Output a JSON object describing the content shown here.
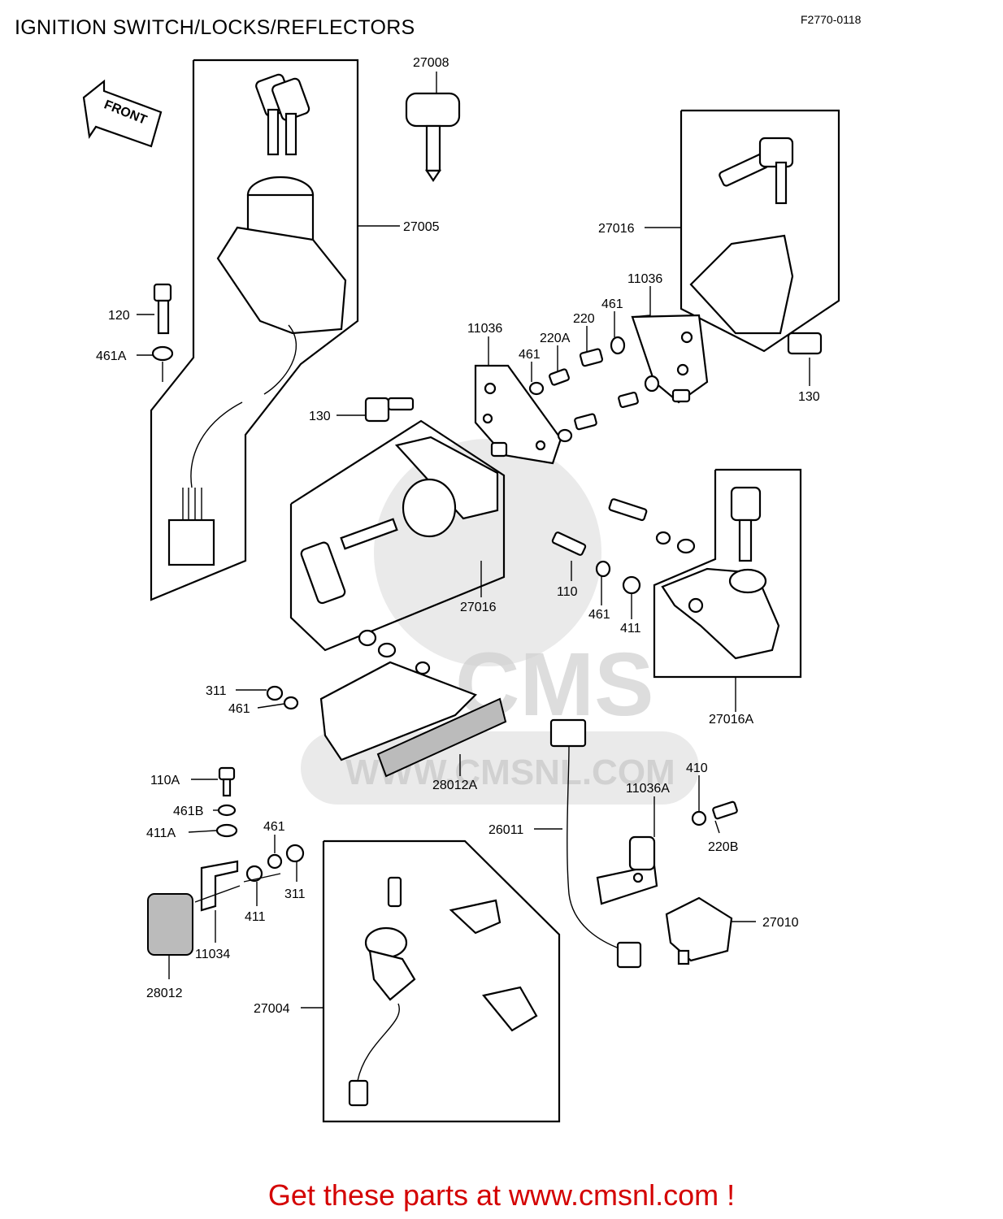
{
  "header": {
    "title": "IGNITION SWITCH/LOCKS/REFLECTORS",
    "figure_code": "F2770-0118"
  },
  "direction_arrow": {
    "label": "FRONT"
  },
  "watermark": {
    "brand": "CMS",
    "site": "WWW.CMSNL.COM"
  },
  "callouts": [
    {
      "id": "c27008",
      "text": "27008"
    },
    {
      "id": "c27005",
      "text": "27005"
    },
    {
      "id": "c120",
      "text": "120"
    },
    {
      "id": "c461A",
      "text": "461A"
    },
    {
      "id": "c27016a",
      "text": "27016"
    },
    {
      "id": "c11036a",
      "text": "11036"
    },
    {
      "id": "c461a",
      "text": "461"
    },
    {
      "id": "c220",
      "text": "220"
    },
    {
      "id": "c11036b",
      "text": "11036"
    },
    {
      "id": "c220A",
      "text": "220A"
    },
    {
      "id": "c461b",
      "text": "461"
    },
    {
      "id": "c130a",
      "text": "130"
    },
    {
      "id": "c130b",
      "text": "130"
    },
    {
      "id": "c27016b",
      "text": "27016"
    },
    {
      "id": "c110",
      "text": "110"
    },
    {
      "id": "c461c",
      "text": "461"
    },
    {
      "id": "c411a",
      "text": "411"
    },
    {
      "id": "c27016A",
      "text": "27016A"
    },
    {
      "id": "c311a",
      "text": "311"
    },
    {
      "id": "c461d",
      "text": "461"
    },
    {
      "id": "c28012A",
      "text": "28012A"
    },
    {
      "id": "c110A",
      "text": "110A"
    },
    {
      "id": "c461B",
      "text": "461B"
    },
    {
      "id": "c411A",
      "text": "411A"
    },
    {
      "id": "c461e",
      "text": "461"
    },
    {
      "id": "c311b",
      "text": "311"
    },
    {
      "id": "c411b",
      "text": "411"
    },
    {
      "id": "c11034",
      "text": "11034"
    },
    {
      "id": "c28012",
      "text": "28012"
    },
    {
      "id": "c410",
      "text": "410"
    },
    {
      "id": "c11036A",
      "text": "11036A"
    },
    {
      "id": "c26011",
      "text": "26011"
    },
    {
      "id": "c220B",
      "text": "220B"
    },
    {
      "id": "c27010",
      "text": "27010"
    },
    {
      "id": "c27004",
      "text": "27004"
    }
  ],
  "footer": {
    "text": "Get these parts at www.cmsnl.com !"
  }
}
